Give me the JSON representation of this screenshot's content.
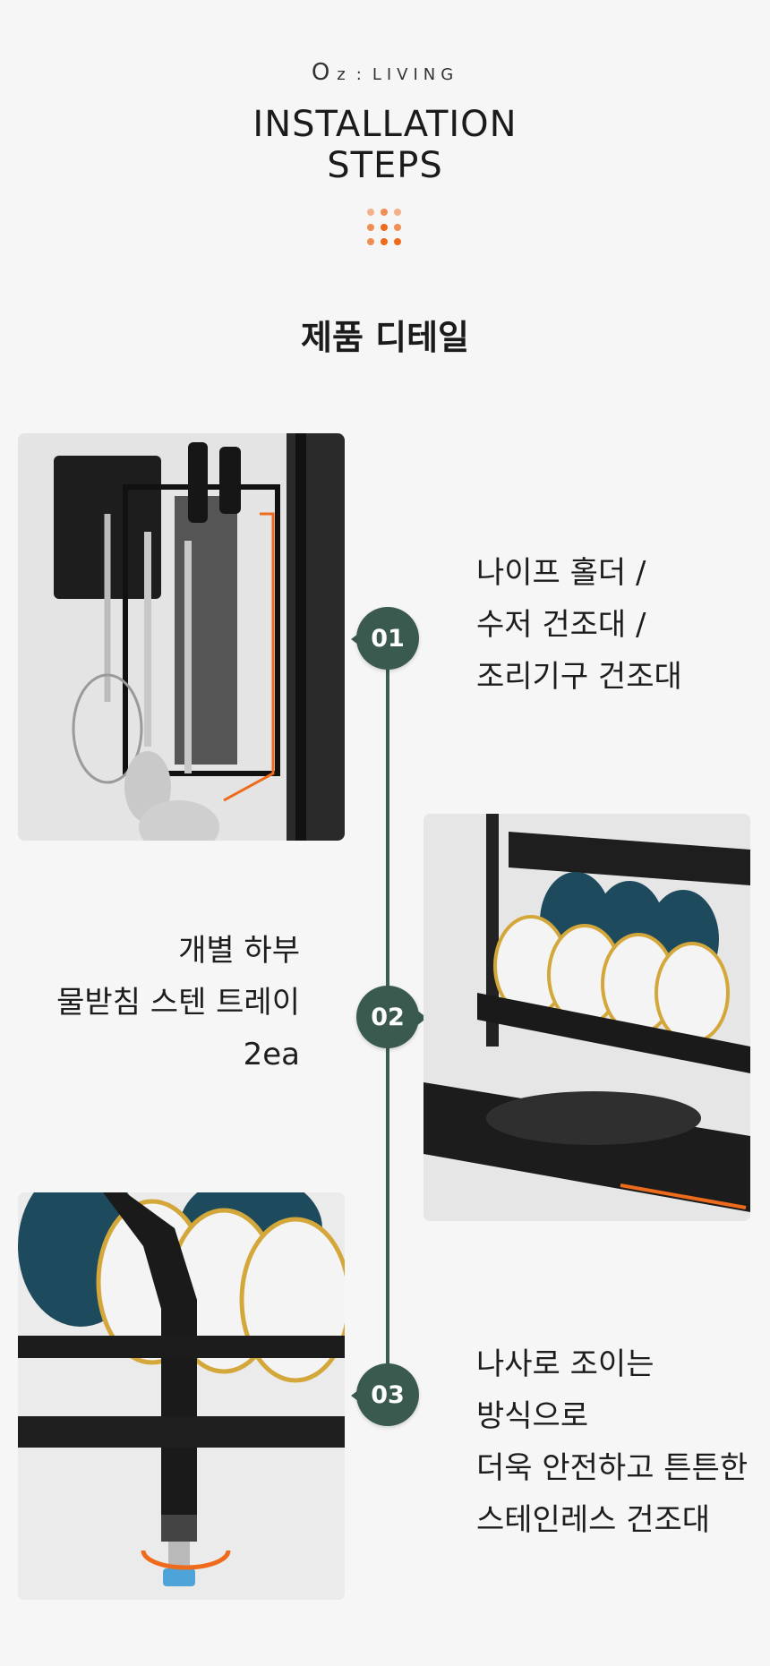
{
  "brand": {
    "big_letter": "O",
    "z": "z",
    "colon": ":",
    "living": "LIVING"
  },
  "header": {
    "title_line1": "INSTALLATION",
    "title_line2": "STEPS"
  },
  "section_title": "제품 디테일",
  "colors": {
    "accent": "#ef6b1c",
    "badge": "#3a5a50",
    "line": "#3b5d52",
    "background": "#f6f6f6"
  },
  "steps": [
    {
      "number": "01",
      "lines": [
        "나이프 홀더 /",
        "수저 건조대 /",
        "조리기구 건조대"
      ],
      "image": "knife-holder-photo"
    },
    {
      "number": "02",
      "lines": [
        "개별 하부",
        "물받침 스텐 트레이",
        "2ea"
      ],
      "image": "drip-tray-photo"
    },
    {
      "number": "03",
      "lines": [
        "나사로 조이는",
        "방식으로",
        "더욱 안전하고 튼튼한",
        "스테인레스 건조대"
      ],
      "image": "adjustable-foot-photo"
    }
  ]
}
